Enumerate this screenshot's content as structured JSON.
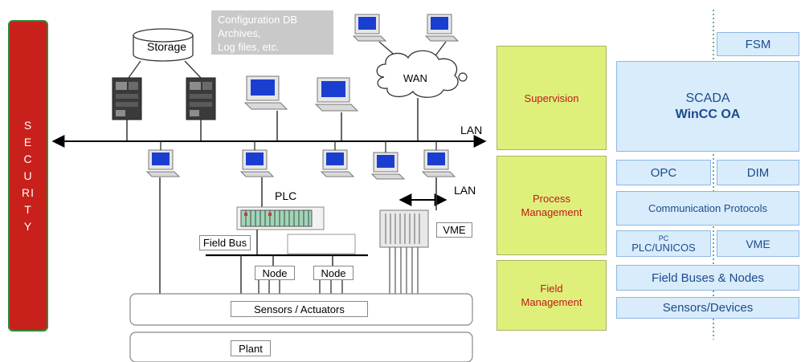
{
  "security": {
    "letters": [
      "S",
      "E",
      "C",
      "U",
      "RI",
      "T",
      "Y"
    ]
  },
  "config_db": {
    "lines": [
      "Configuration DB",
      "Archives,",
      "Log files, etc."
    ]
  },
  "storage": {
    "label": "Storage"
  },
  "wan": {
    "label": "WAN"
  },
  "lan_top": {
    "label": "LAN"
  },
  "lan_vme": {
    "label": "LAN"
  },
  "plc": {
    "label": "PLC"
  },
  "field_bus": {
    "label": "Field Bus"
  },
  "node_left": {
    "label": "Node"
  },
  "node_right": {
    "label": "Node"
  },
  "vme_device": {
    "label": "VME"
  },
  "sensors_actuators": {
    "label": "Sensors / Actuators"
  },
  "plant": {
    "label": "Plant"
  },
  "levels": {
    "supervision": "Supervision",
    "process": [
      "Process",
      "Management"
    ],
    "field": [
      "Field",
      "Management"
    ]
  },
  "components": {
    "fsm": "FSM",
    "scada_line1": "SCADA",
    "scada_line2": "WinCC OA",
    "opc": "OPC",
    "dim": "DIM",
    "comm_protocols": "Communication Protocols",
    "pc_small": "PC",
    "plc_unicos": "PLC/UNICOS",
    "vme": "VME",
    "field_buses_nodes": "Field Buses & Nodes",
    "sensors_devices": "Sensors/Devices"
  },
  "colors": {
    "security_red": "#c8201b",
    "level_green": "#dff07a",
    "level_text": "#c0181b",
    "component_blue": "#d8ecfb",
    "component_text": "#1e4a8c"
  }
}
